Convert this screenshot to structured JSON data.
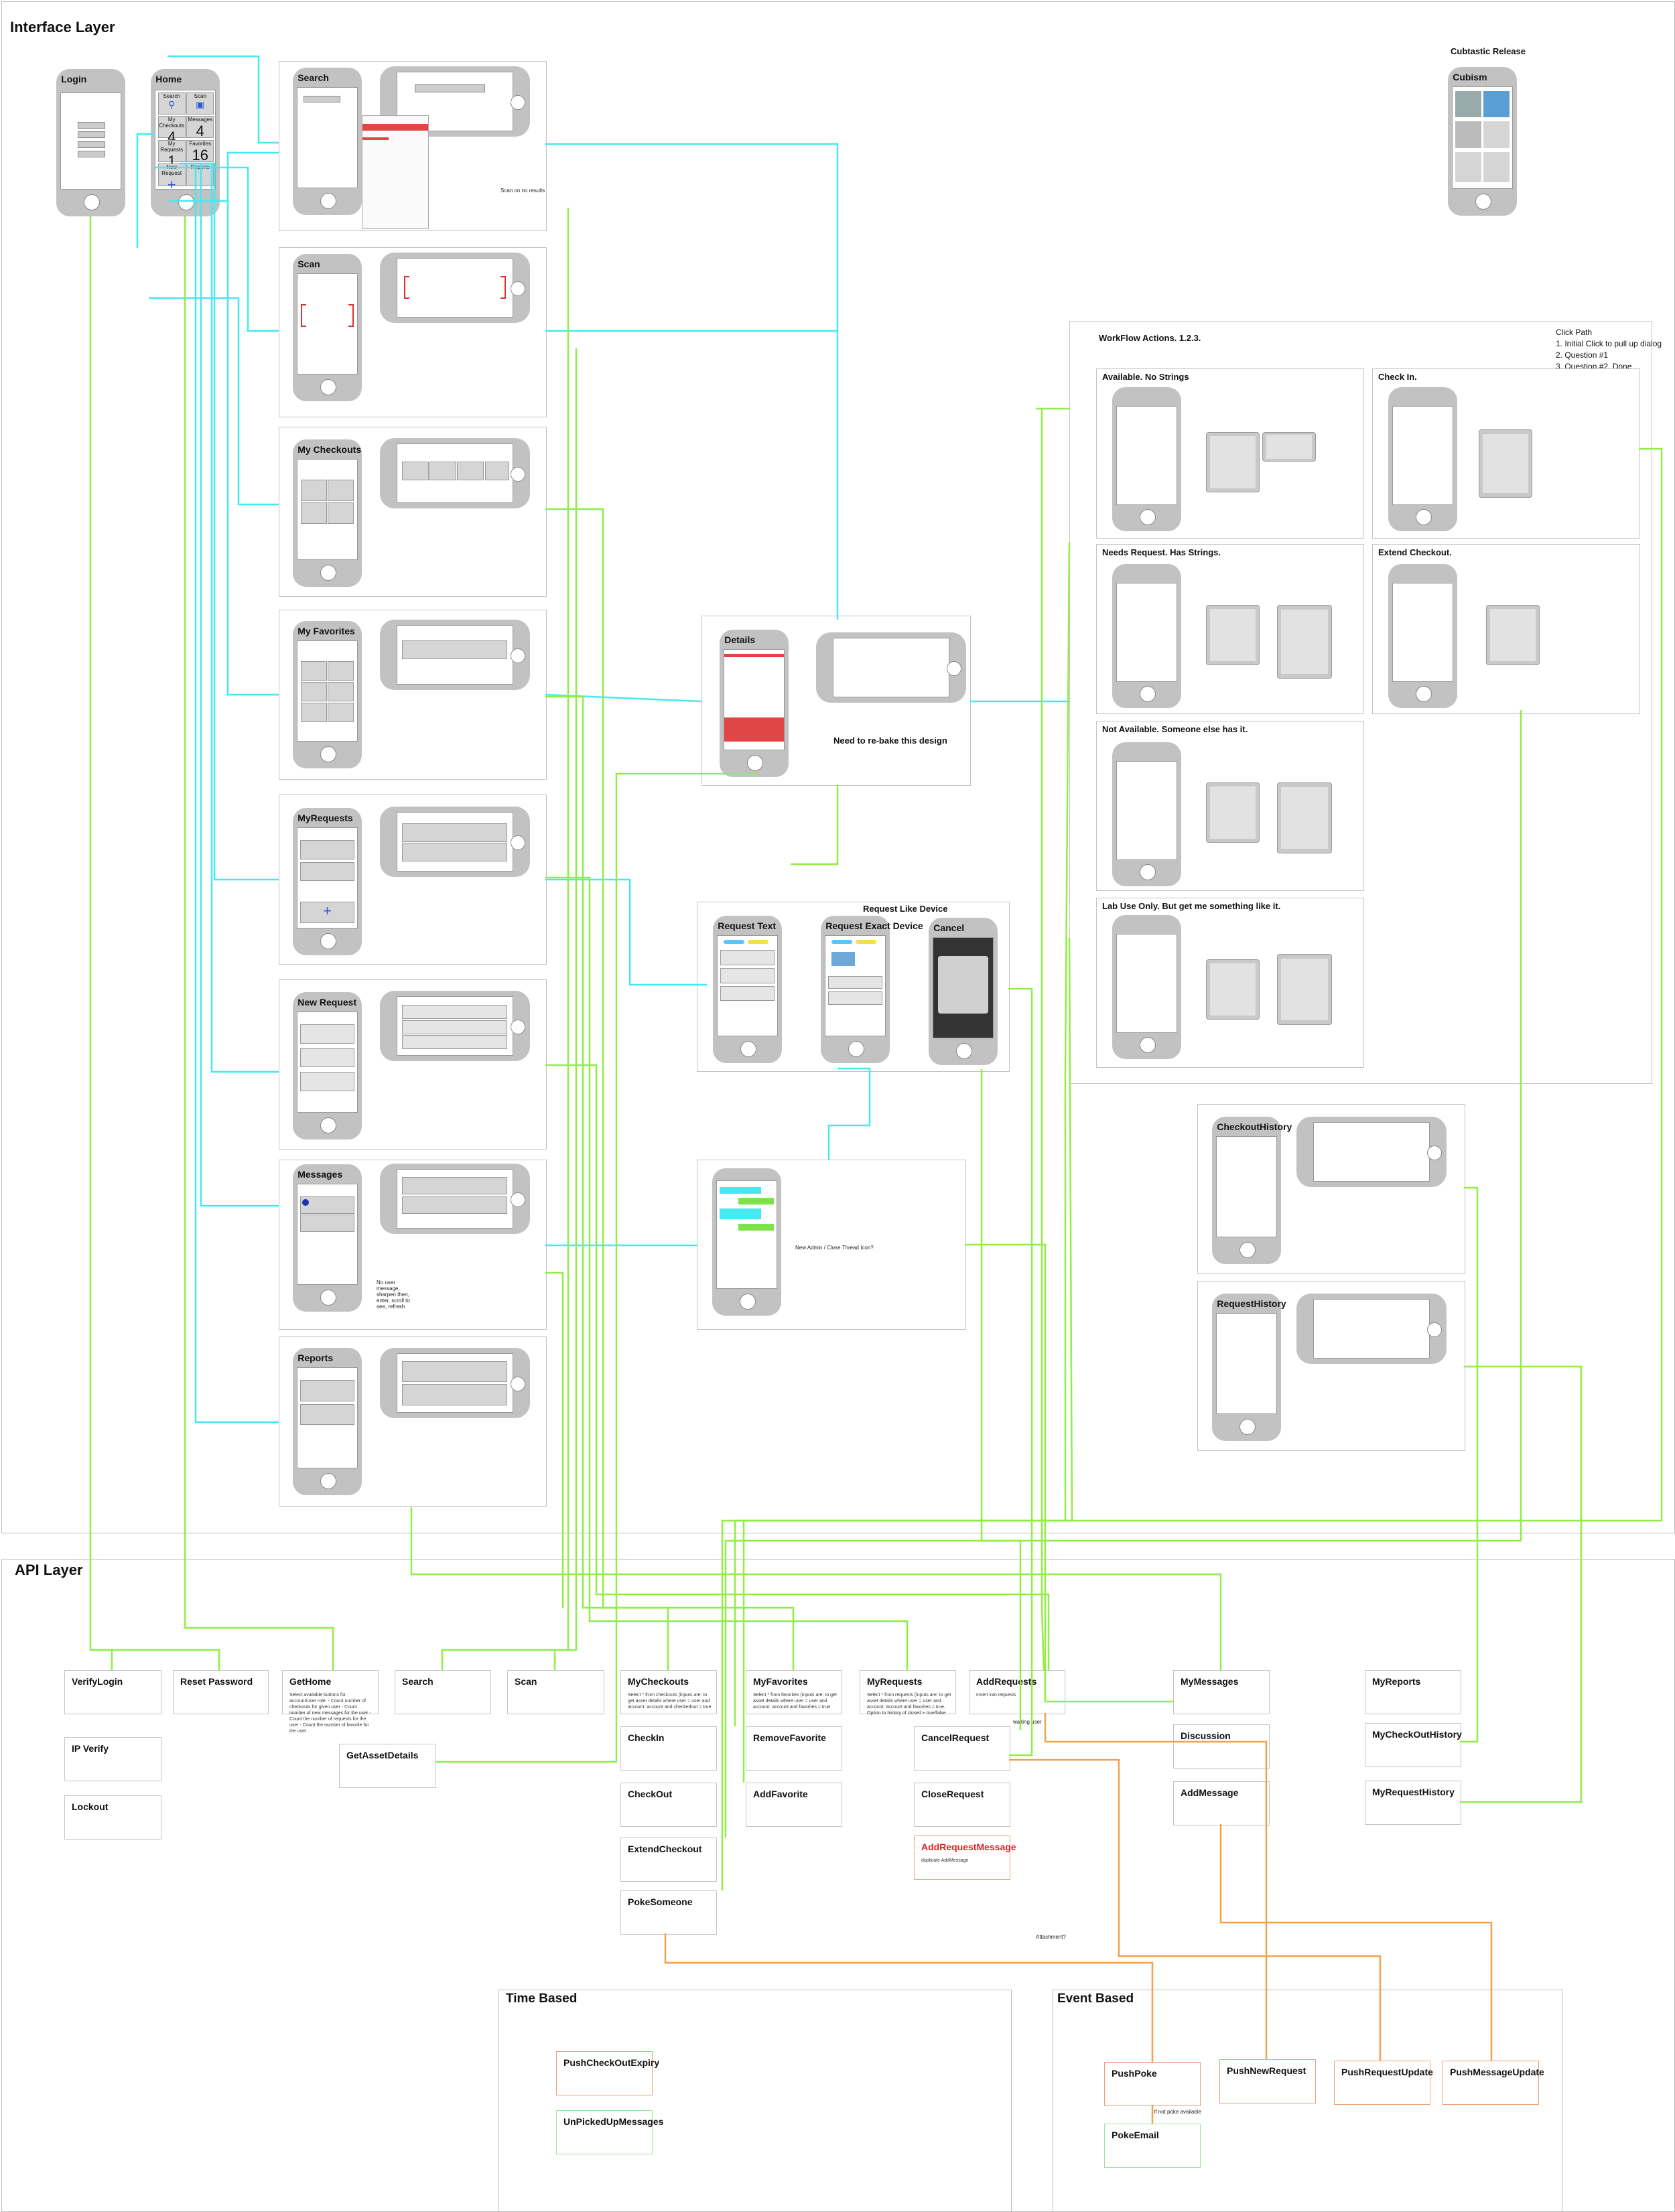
{
  "layers": {
    "interface": "Interface Layer",
    "api": "API Layer",
    "time_based": "Time Based",
    "event_based": "Event Based"
  },
  "screens": {
    "login": "Login",
    "home": "Home",
    "search": "Search",
    "scan": "Scan",
    "my_checkouts": "My Checkouts",
    "my_favorites": "My Favorites",
    "my_requests": "MyRequests",
    "new_request": "New Request",
    "messages": "Messages",
    "reports": "Reports",
    "details": "Details",
    "request_text": "Request Text",
    "request_exact": "Request Exact Device",
    "cancel": "Cancel",
    "checkout_history": "CheckoutHistory",
    "request_history": "RequestHistory",
    "cubism": "Cubism"
  },
  "home_tiles": [
    {
      "label": "Search",
      "value": ""
    },
    {
      "label": "Scan",
      "value": ""
    },
    {
      "label": "My Checkouts",
      "value": "4"
    },
    {
      "label": "Messages",
      "value": "4"
    },
    {
      "label": "My Requests",
      "value": "1"
    },
    {
      "label": "Favorites",
      "value": "16"
    },
    {
      "label": "New Request",
      "value": "+"
    },
    {
      "label": "Reports",
      "value": ""
    }
  ],
  "annotations": {
    "rebake": "Need to re-bake this design",
    "request_like_device": "Request Like Device",
    "cubtastic": "Cubtastic Release",
    "click_path_title": "Click Path",
    "click_path_1": "1. Initial Click to pull up dialog",
    "click_path_2": "2. Question #1",
    "click_path_3": "3. Question #2. Done",
    "search_note": "Scan on no results",
    "messages_note": "No user message, sharpen then, enter, scroll to see, refresh",
    "chat_note": "New Admin / Close Thread Icon?",
    "attachment_note": "Attachment?"
  },
  "workflow": {
    "title": "WorkFlow Actions. 1.2.3.",
    "available": "Available. No Strings",
    "checkin": "Check In.",
    "needs_request": "Needs Request. Has Strings.",
    "extend": "Extend Checkout.",
    "not_available": "Not Available. Someone else has it.",
    "lab_use": "Lab Use Only. But get me something like it."
  },
  "api": {
    "verify_login": "VerifyLogin",
    "reset_password": "Reset Password",
    "get_home": "GetHome",
    "get_home_desc": "Select available buttons for account/user role. - Count number of checkouts for given user - Count number of new messages for the user - Count the number of requests for the user - Count the number of favorite for the user",
    "search": "Search",
    "scan": "Scan",
    "ip_verify": "IP Verify",
    "lockout": "Lockout",
    "get_asset_details": "GetAssetDetails",
    "my_checkouts": "MyCheckouts",
    "my_checkouts_desc": "Select * from checkouts (inputs are: to get asset details where user = user and account: account and checkedout = true",
    "my_favorites": "MyFavorites",
    "my_favorites_desc": "Select * from favorites (inputs are: to get asset details where user = user and account: account and favorites = true",
    "my_requests": "MyRequests",
    "my_requests_desc": "Select * from requests (inputs are: to get asset details where user = user and account: account and favorites = true. Option to history of closed + true/false",
    "add_requests": "AddRequests",
    "add_requests_desc": "Insert into requests",
    "checkin": "CheckIn",
    "remove_favorite": "RemoveFavorite",
    "cancel_request": "CancelRequest",
    "checkout": "CheckOut",
    "add_favorite": "AddFavorite",
    "close_request": "CloseRequest",
    "extend_checkout": "ExtendCheckout",
    "add_request_message": "AddRequestMessage",
    "add_request_message_desc": "duplicate AddMessage",
    "poke_someone": "PokeSomeone",
    "my_messages": "MyMessages",
    "discussion": "Discussion",
    "add_message": "AddMessage",
    "my_reports": "MyReports",
    "my_checkout_history": "MyCheckOutHistory",
    "my_request_history": "MyRequestHistory",
    "push_checkout_expiry": "PushCheckOutExpiry",
    "unpicked_messages": "UnPickedUpMessages",
    "push_poke": "PushPoke",
    "push_new_request": "PushNewRequest",
    "push_request_update": "PushRequestUpdate",
    "push_message_update": "PushMessageUpdate",
    "poke_email": "PokeEmail",
    "poke_note": "If not poke available",
    "waiting_note": "waiting user"
  },
  "colors": {
    "cyan": "#46e8f2",
    "green": "#90ee44",
    "orange": "#f2a24a",
    "phone_gray": "#c2c2c2",
    "border_gray": "#c4c4c4"
  }
}
